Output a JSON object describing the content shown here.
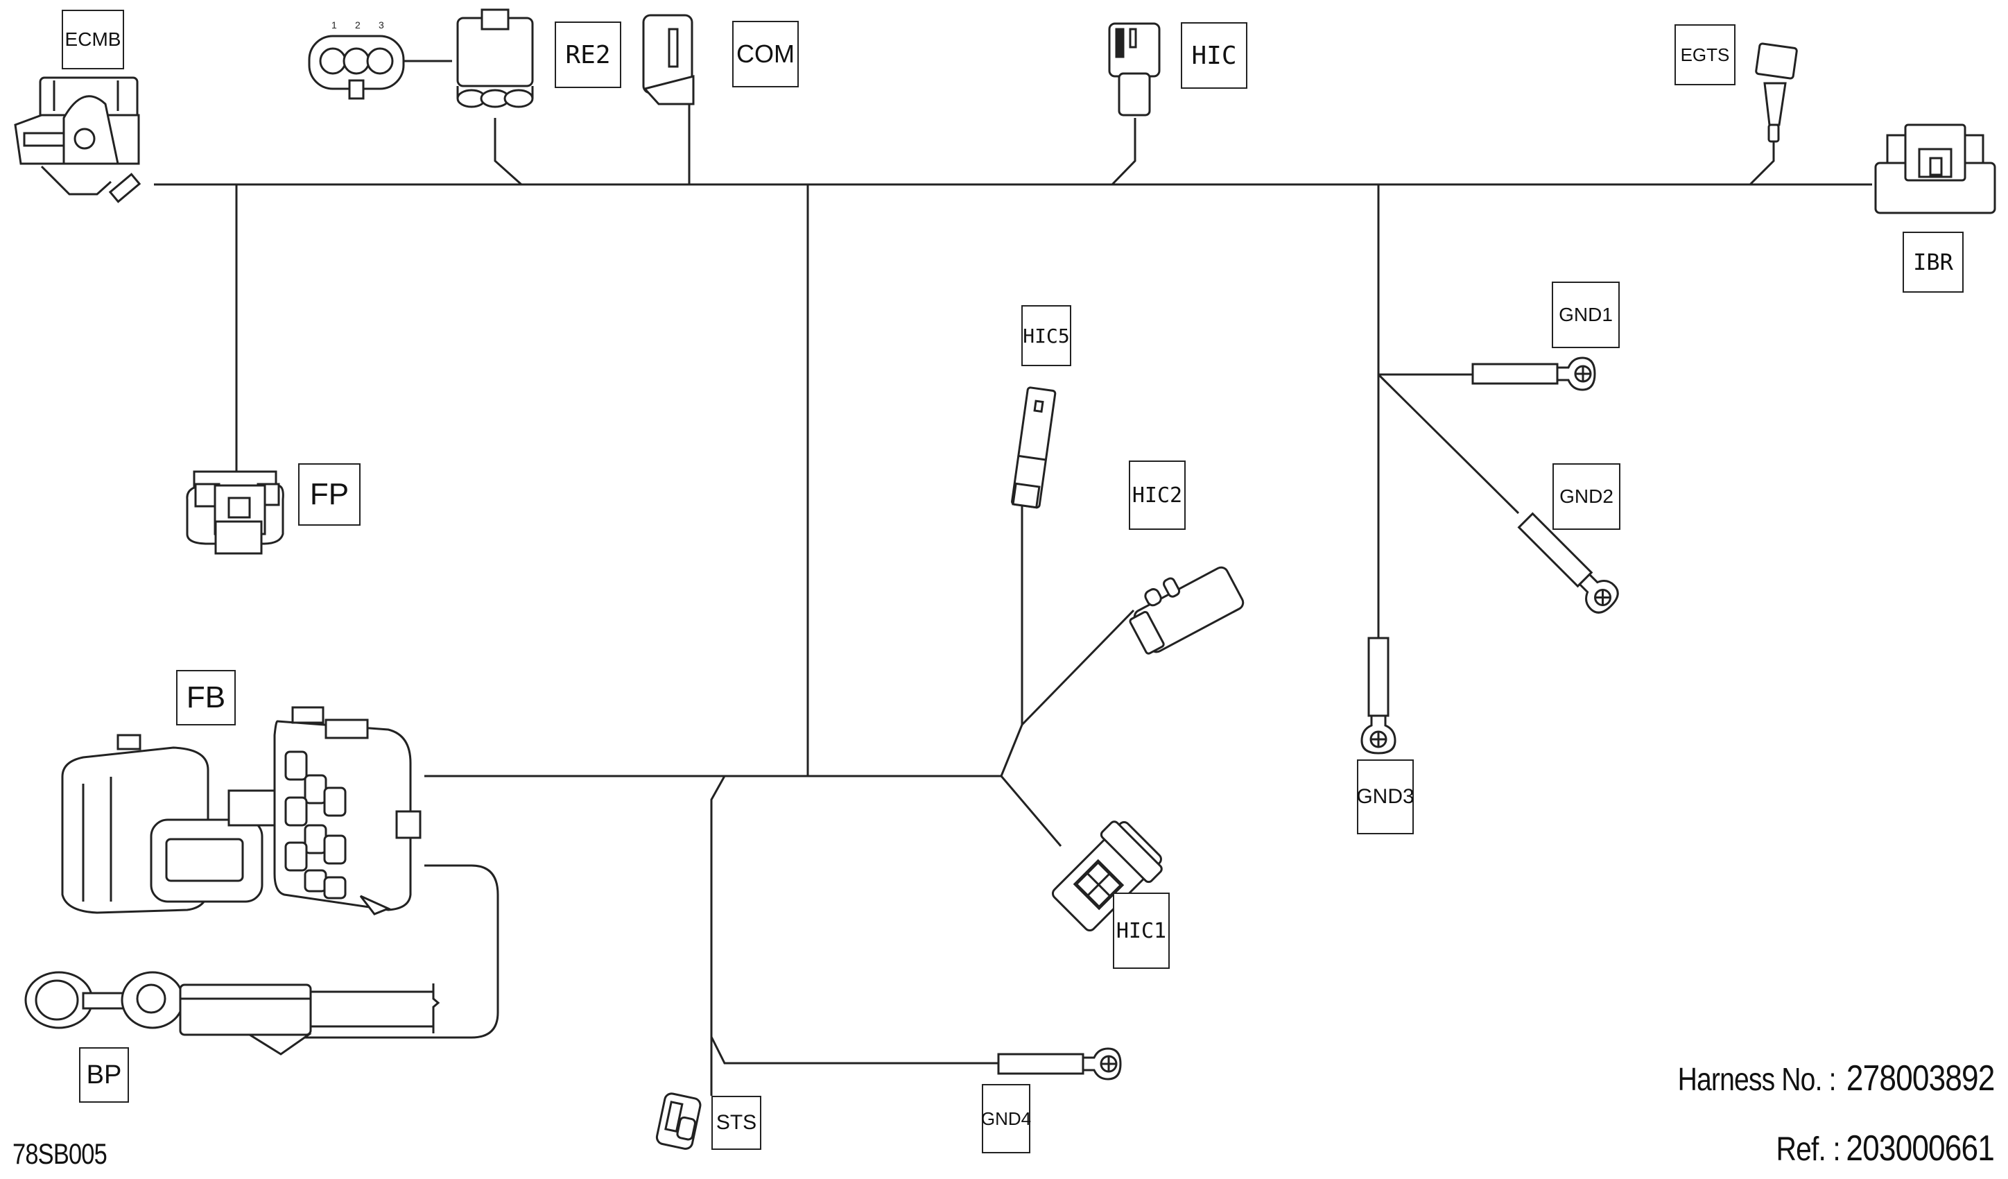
{
  "diagram": {
    "type": "wiring-harness",
    "drawing_code": "78SB005",
    "harness_no_label": "Harness No. :",
    "harness_no": "278003892",
    "ref_label": "Ref. :",
    "ref": "203000661",
    "pin_numbers": [
      "1",
      "2",
      "3"
    ]
  },
  "connectors": [
    {
      "id": "ECMB",
      "label": "ECMB",
      "icon": "ecm-connector-icon"
    },
    {
      "id": "RE2",
      "label": "RE2",
      "icon": "three-pin-connector-icon"
    },
    {
      "id": "COM",
      "label": "COM",
      "icon": "diagnostic-connector-icon"
    },
    {
      "id": "HIC",
      "label": "HIC",
      "icon": "harness-interconnect-icon"
    },
    {
      "id": "EGTS",
      "label": "EGTS",
      "icon": "temperature-sensor-icon"
    },
    {
      "id": "IBR",
      "label": "IBR",
      "icon": "ibr-connector-icon"
    },
    {
      "id": "FP",
      "label": "FP",
      "icon": "fuel-pump-connector-icon"
    },
    {
      "id": "HIC5",
      "label": "HIC5",
      "icon": "inline-connector-icon"
    },
    {
      "id": "HIC2",
      "label": "HIC2",
      "icon": "inline-connector-icon"
    },
    {
      "id": "HIC1",
      "label": "HIC1",
      "icon": "inline-connector-icon"
    },
    {
      "id": "GND1",
      "label": "GND1",
      "icon": "ring-terminal-icon"
    },
    {
      "id": "GND2",
      "label": "GND2",
      "icon": "ring-terminal-icon"
    },
    {
      "id": "GND3",
      "label": "GND3",
      "icon": "ring-terminal-icon"
    },
    {
      "id": "GND4",
      "label": "GND4",
      "icon": "ring-terminal-icon"
    },
    {
      "id": "FB",
      "label": "FB",
      "icon": "fuse-box-icon"
    },
    {
      "id": "BP",
      "label": "BP",
      "icon": "battery-post-icon"
    },
    {
      "id": "STS",
      "label": "STS",
      "icon": "sensor-connector-icon"
    }
  ]
}
